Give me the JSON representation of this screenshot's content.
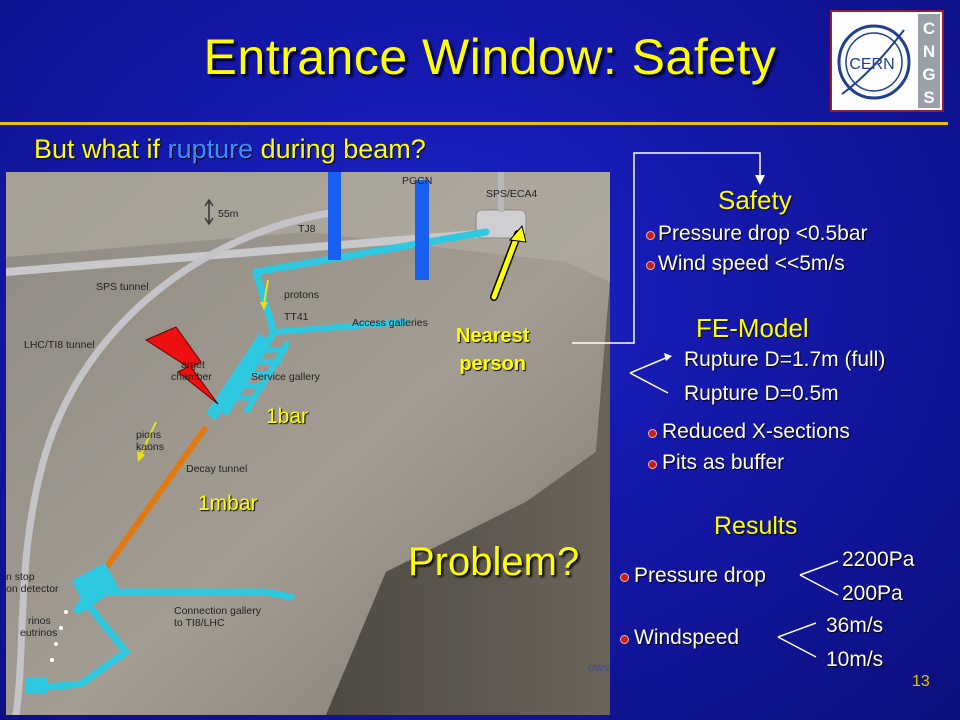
{
  "slide": {
    "title": "Entrance Window: Safety",
    "subtitle_pre": "But what if ",
    "subtitle_hl": "rupture",
    "subtitle_post": " during beam?",
    "page_number": "13",
    "footer_text": "ows",
    "colors": {
      "accent_yellow": "#ffff00",
      "highlight_blue": "#3a8fff",
      "background": "#1418a8",
      "tunnel_cyan": "#2ec8e0",
      "decay_orange": "#e07a10"
    }
  },
  "logo": {
    "text": "CERN",
    "letters": [
      "C",
      "N",
      "G",
      "S"
    ]
  },
  "diagram_labels": {
    "pgcn": "PGCN",
    "sps_eca4": "SPS/ECA4",
    "height": "55m",
    "tj8": "TJ8",
    "sps_tunnel": "SPS tunnel",
    "protons": "protons",
    "tt41": "TT41",
    "access_galleries": "Access galleries",
    "lhc_tunnel": "LHC/TI8 tunnel",
    "target_1": "arget",
    "target_2": "chamber",
    "service_gallery": "Service gallery",
    "pions": "pions",
    "kaons": "kaons",
    "decay_tunnel": "Decay tunnel",
    "hadron_stop_1": "n stop",
    "hadron_stop_2": "on detector",
    "neutrinos_1": "rinos",
    "neutrinos_2": "eutrinos",
    "connection_1": "Connection gallery",
    "connection_2": "to TI8/LHC"
  },
  "annotations": {
    "nearest_line1": "Nearest",
    "nearest_line2": "person",
    "pressure_1bar": "1bar",
    "pressure_1mbar": "1mbar",
    "problem": "Problem?"
  },
  "safety": {
    "heading": "Safety",
    "items": [
      "Pressure drop <0.5bar",
      "Wind speed <<5m/s"
    ]
  },
  "fe_model": {
    "heading": "FE-Model",
    "cases": [
      "Rupture D=1.7m (full)",
      "Rupture D=0.5m"
    ],
    "items": [
      "Reduced X-sections",
      "Pits as buffer"
    ]
  },
  "results": {
    "heading": "Results",
    "pressure_label": "Pressure drop",
    "pressure_values": [
      "2200Pa",
      "200Pa"
    ],
    "wind_label": "Windspeed",
    "wind_values": [
      "36m/s",
      "10m/s"
    ]
  }
}
